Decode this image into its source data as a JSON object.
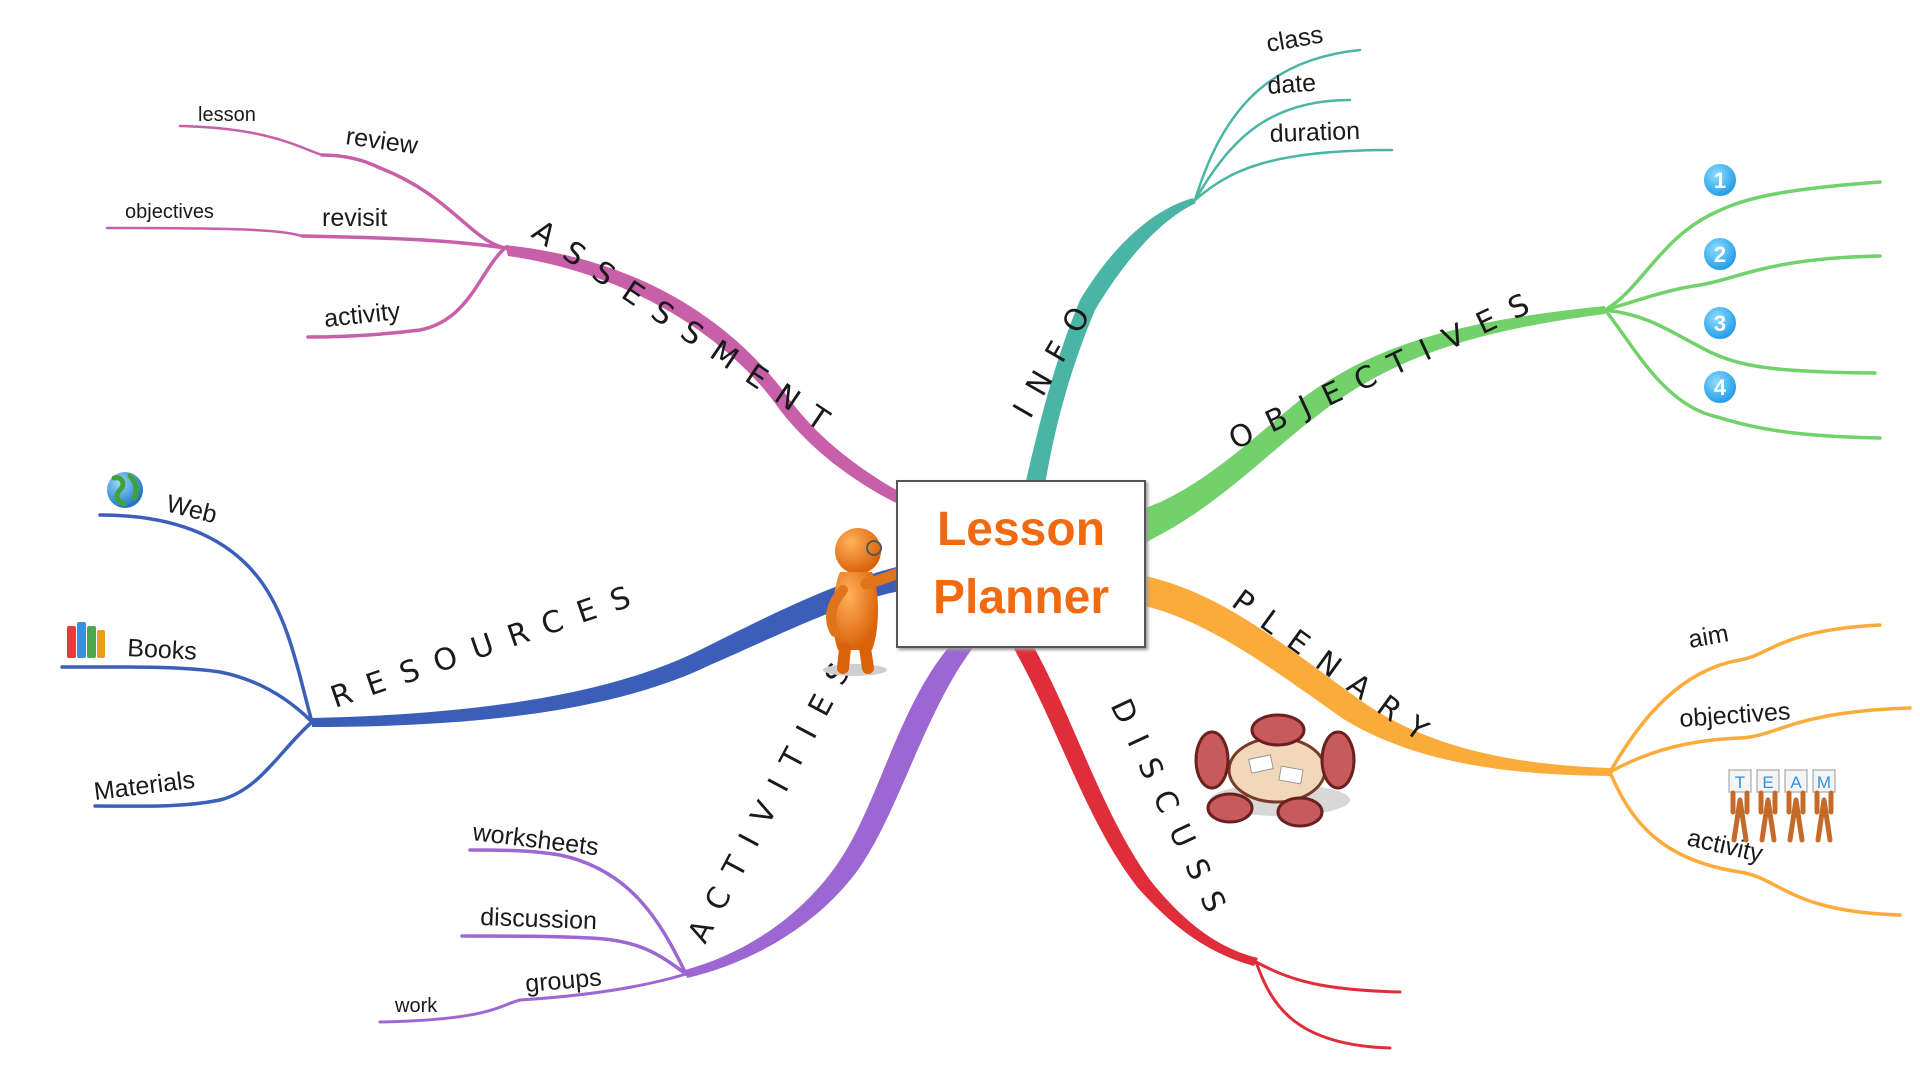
{
  "central": {
    "line1": "Lesson",
    "line2": "Planner"
  },
  "branches": {
    "assessment": {
      "label": "ASSESSMENT",
      "color": "#c75fa9",
      "children": [
        "review",
        "revisit",
        "activity"
      ],
      "grandchildren": [
        "lesson",
        "objectives"
      ]
    },
    "info": {
      "label": "INFO",
      "color": "#4ab5a4",
      "children": [
        "class",
        "date",
        "duration"
      ]
    },
    "objectives": {
      "label": "OBJECTIVES",
      "color": "#72d16a",
      "children": [
        "1",
        "2",
        "3",
        "4"
      ]
    },
    "resources": {
      "label": "RESOURCES",
      "color": "#3b5fb8",
      "children": [
        "Web",
        "Books",
        "Materials"
      ]
    },
    "plenary": {
      "label": "PLENARY",
      "color": "#fbab3a",
      "children": [
        "aim",
        "objectives",
        "activity"
      ],
      "team_letters": [
        "T",
        "E",
        "A",
        "M"
      ]
    },
    "activities": {
      "label": "ACTIVITIES",
      "color": "#9d67d3",
      "children": [
        "worksheets",
        "discussion",
        "groups"
      ],
      "grandchildren": [
        "work"
      ]
    },
    "discuss": {
      "label": "DISCUSS",
      "color": "#e02d3a",
      "children": []
    }
  },
  "icons": {
    "teacher": "teacher-figure-icon",
    "globe": "globe-icon",
    "books": "books-icon",
    "meeting": "meeting-table-icon",
    "team": "team-figures-icon",
    "numbers": "number-badge-icon"
  }
}
